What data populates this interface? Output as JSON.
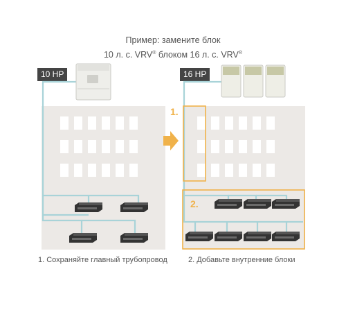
{
  "title": {
    "line1": "Пример: замените блок",
    "line2_a": "10 л. с. VRV",
    "line2_b": " блоком 16 л. с. VRV",
    "registered": "®"
  },
  "left": {
    "hp_label": "10 HP",
    "caption": "1. Сохраняйте главный трубопровод"
  },
  "right": {
    "hp_label": "16 HP",
    "step1": "1.",
    "step2": "2.",
    "caption": "2. Добавьте внутренние блоки"
  },
  "colors": {
    "pipe": "#a8d3d8",
    "highlight": "#f0b24a",
    "building": "#ece9e6",
    "label_bg": "#444444",
    "unit": "#333333"
  },
  "icons": {
    "outdoor_unit": "vrv-outdoor-unit-icon",
    "indoor_unit": "ducted-indoor-unit-icon",
    "arrow": "right-arrow-icon"
  }
}
